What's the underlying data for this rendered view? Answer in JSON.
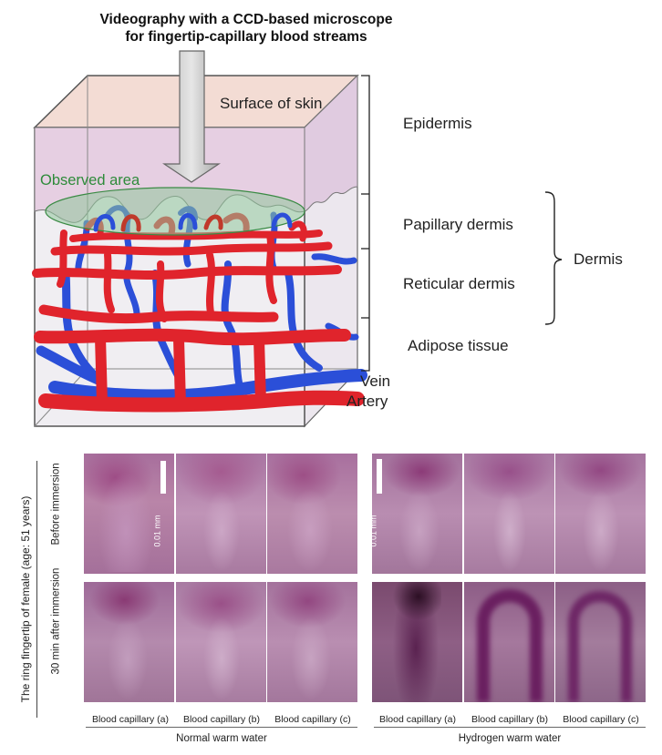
{
  "title_line1": "Videography with a CCD-based microscope",
  "title_line2": "for fingertip-capillary blood streams",
  "diagram": {
    "surface_label": "Surface of skin",
    "observed_area_label": "Observed area",
    "layers": {
      "epidermis": "Epidermis",
      "papillary": "Papillary dermis",
      "reticular": "Reticular dermis",
      "dermis": "Dermis",
      "adipose": "Adipose tissue"
    },
    "vessels": {
      "vein": "Vein",
      "artery": "Artery"
    },
    "colors": {
      "artery": "#e0242c",
      "vein": "#2b4fd8",
      "observed_area": "#8fc79a",
      "skin_surface": "#f3dcd4",
      "tissue": "#e8d5e4"
    }
  },
  "photos": {
    "side_label": "The ring fingertip of female (age: 51 years)",
    "rows": [
      "Before immersion",
      "30 min after immersion"
    ],
    "scale_label": "0.01 mm",
    "groups": [
      {
        "name": "Normal warm water",
        "captions": [
          "Blood capillary (a)",
          "Blood capillary (b)",
          "Blood capillary (c)"
        ]
      },
      {
        "name": "Hydrogen warm water",
        "captions": [
          "Blood capillary (a)",
          "Blood capillary (b)",
          "Blood capillary (c)"
        ]
      }
    ]
  }
}
